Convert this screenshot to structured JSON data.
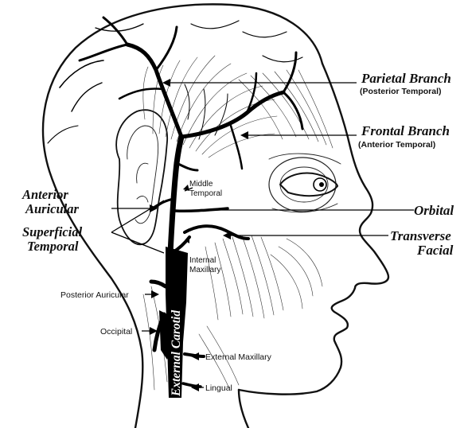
{
  "labels": {
    "parietal_branch": "Parietal Branch",
    "parietal_branch_sub": "(Posterior Temporal)",
    "frontal_branch": "Frontal Branch",
    "frontal_branch_sub": "(Anterior Temporal)",
    "anterior_auricular_1": "Anterior",
    "anterior_auricular_2": "Auricular",
    "superficial_temporal_1": "Superficial",
    "superficial_temporal_2": "Temporal",
    "middle_temporal_1": "Middle",
    "middle_temporal_2": "Temporal",
    "orbital": "Orbital",
    "transverse_facial_1": "Transverse",
    "transverse_facial_2": "Facial",
    "internal_maxillary_1": "Internal",
    "internal_maxillary_2": "Maxillary",
    "posterior_auricular": "Posterior Auricular",
    "occipital": "Occipital",
    "external_maxillary": "External Maxillary",
    "lingual": "Lingual",
    "external_carotid": "External Carotid"
  },
  "colors": {
    "ink": "#000000",
    "background": "#ffffff"
  }
}
